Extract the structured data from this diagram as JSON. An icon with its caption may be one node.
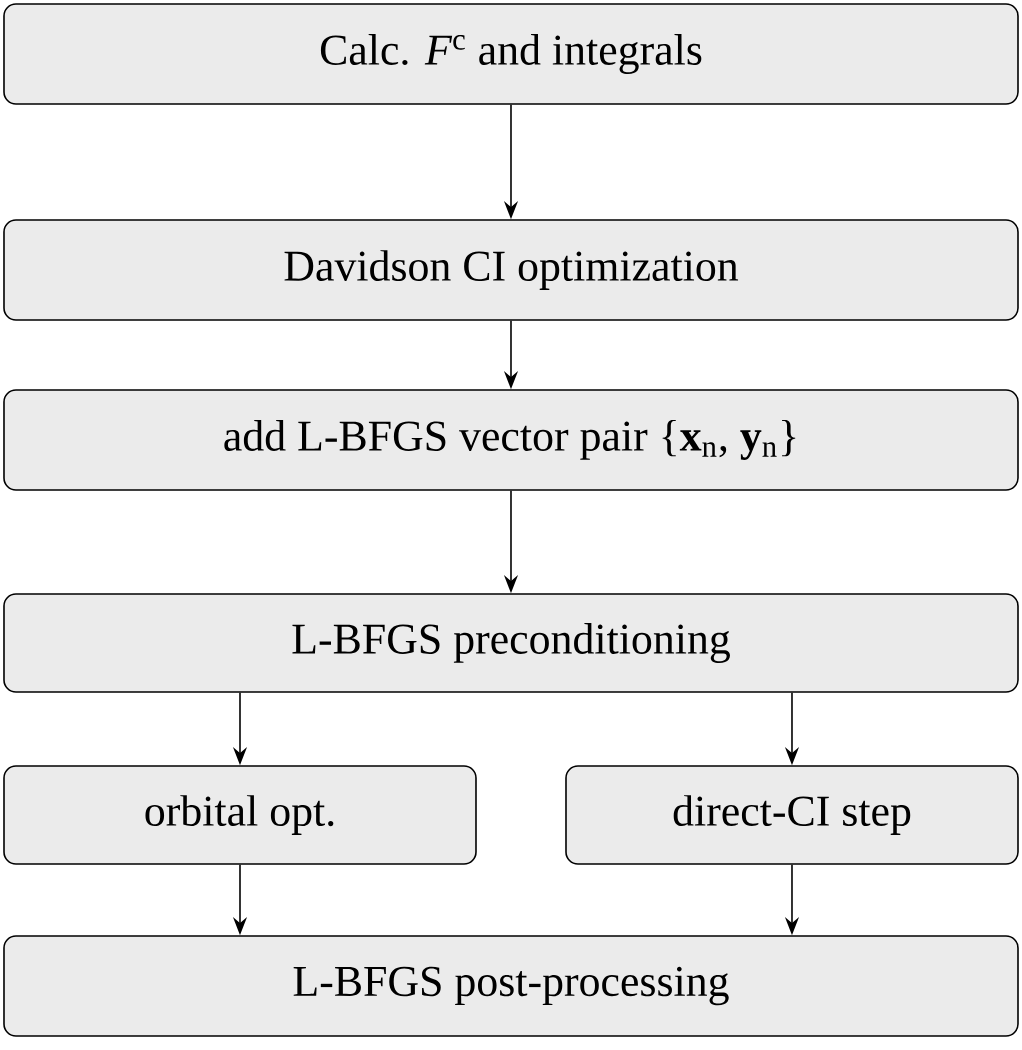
{
  "diagram": {
    "nodes": [
      {
        "text": [
          "Calc. *F*$^{c}$ and integrals"
        ]
      },
      {
        "text": [
          "Davidson CI optimization"
        ]
      },
      {
        "text": [
          "add L-BFGS vector pair {**x**$_{n}$, **y**$_{n}$}"
        ]
      },
      {
        "text": [
          "L-BFGS preconditioning"
        ]
      },
      {
        "text": [
          "orbital opt."
        ]
      },
      {
        "text": [
          "direct-CI step"
        ]
      },
      {
        "text": [
          "L-BFGS post-processing"
        ]
      }
    ],
    "edges": [
      {
        "from": 0,
        "to": 1,
        "arrow": "to"
      },
      {
        "from": 1,
        "to": 2,
        "arrow": "to"
      },
      {
        "from": 2,
        "to": 3,
        "arrow": "to"
      },
      {
        "from": 3,
        "to": 4,
        "arrow": "to"
      },
      {
        "from": 3,
        "to": 5,
        "arrow": "to"
      },
      {
        "from": 4,
        "to": 6,
        "arrow": "to"
      },
      {
        "from": 5,
        "to": 6,
        "arrow": "to"
      }
    ]
  }
}
